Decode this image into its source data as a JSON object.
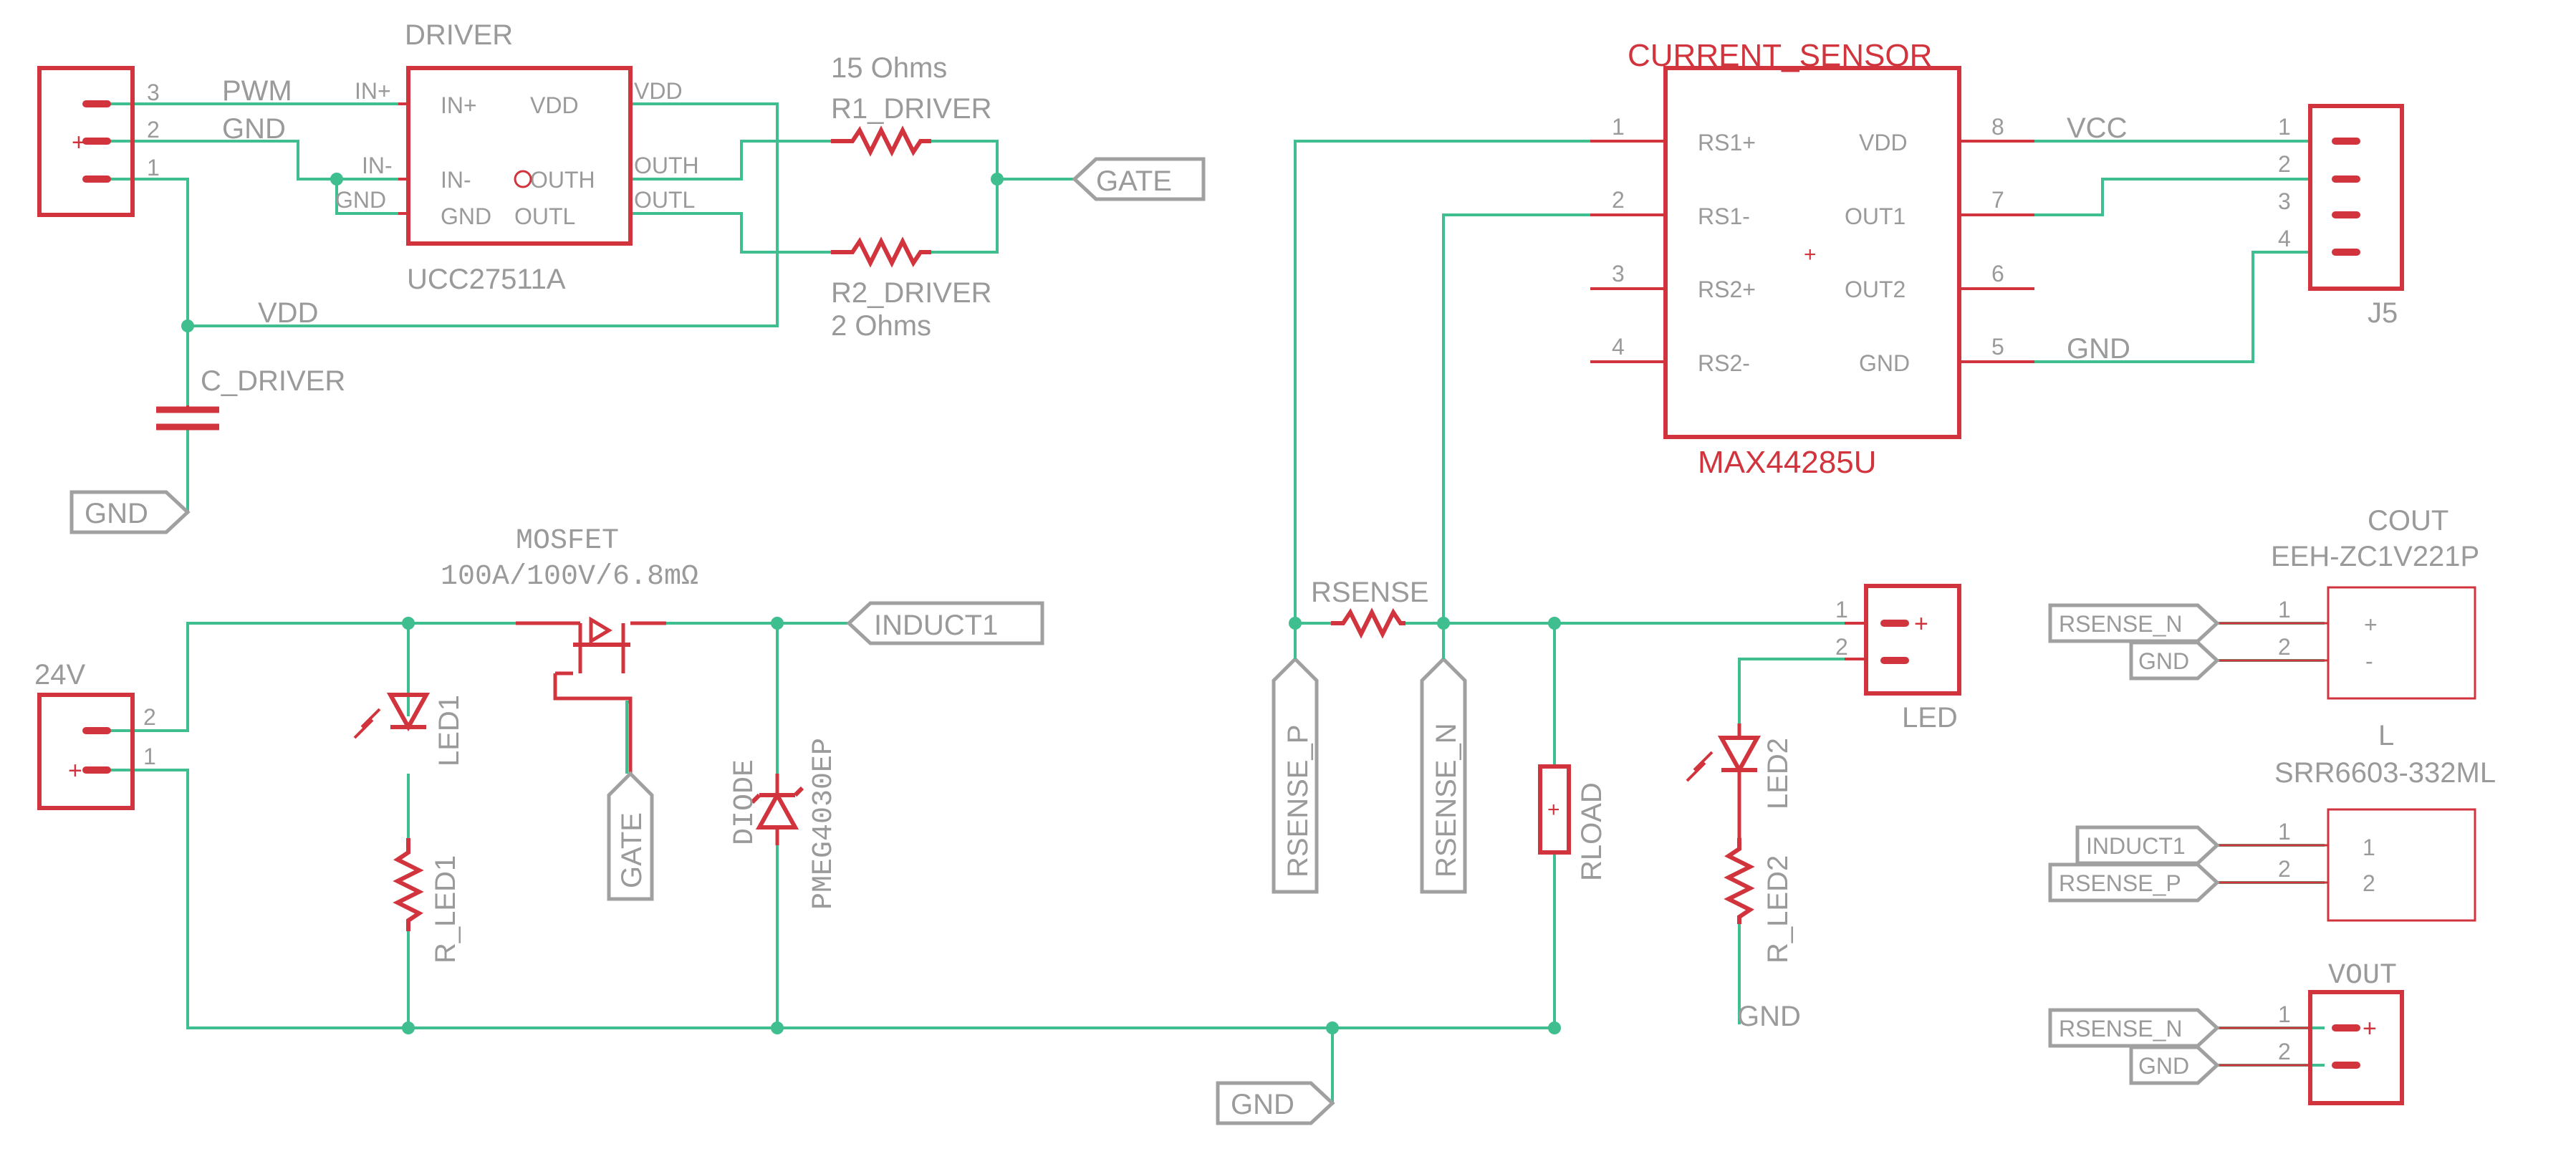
{
  "driver": {
    "name": "DRIVER",
    "part": "UCC27511A",
    "pins": {
      "in_plus": "IN+",
      "in_minus": "IN-",
      "vdd": "VDD",
      "outh": "OUTH",
      "gnd": "GND",
      "outl": "OUTL"
    },
    "ext": {
      "in_plus": "IN+",
      "in_minus": "IN-",
      "gnd": "GND",
      "vdd": "VDD",
      "outh": "OUTH",
      "outl": "OUTL"
    }
  },
  "header_pwm": {
    "pins": [
      "3",
      "2",
      "1"
    ],
    "nets": [
      "PWM",
      "GND"
    ]
  },
  "r1": {
    "name": "R1_DRIVER",
    "value": "15 Ohms"
  },
  "r2": {
    "name": "R2_DRIVER",
    "value": "2 Ohms"
  },
  "gate_tag": "GATE",
  "vdd_net": "VDD",
  "c_driver": "C_DRIVER",
  "gnd_tag": "GND",
  "current_sensor": {
    "name": "CURRENT_SENSOR",
    "part": "MAX44285U",
    "left_pins": [
      {
        "num": "1",
        "label": "RS1+"
      },
      {
        "num": "2",
        "label": "RS1-"
      },
      {
        "num": "3",
        "label": "RS2+"
      },
      {
        "num": "4",
        "label": "RS2-"
      }
    ],
    "right_pins": [
      {
        "num": "8",
        "label": "VDD"
      },
      {
        "num": "7",
        "label": "OUT1"
      },
      {
        "num": "6",
        "label": "OUT2"
      },
      {
        "num": "5",
        "label": "GND"
      }
    ]
  },
  "j5": {
    "name": "J5",
    "pins": [
      "1",
      "2",
      "3",
      "4"
    ],
    "vcc": "VCC",
    "gnd": "GND"
  },
  "mosfet": {
    "name": "MOSFET",
    "value": "100A/100V/6.8mΩ"
  },
  "induct1_tag": "INDUCT1",
  "diode": {
    "name": "DIODE",
    "part": "PMEG4030EP"
  },
  "led1": "LED1",
  "r_led1": "R_LED1",
  "header_24v": {
    "name": "24V",
    "pins": [
      "2",
      "1"
    ]
  },
  "gate_tag2": "GATE",
  "rsense": {
    "name": "RSENSE",
    "tag_p": "RSENSE_P",
    "tag_n": "RSENSE_N"
  },
  "rload": "RLOAD",
  "led_header": {
    "name": "LED",
    "pins": [
      "1",
      "2"
    ]
  },
  "led2": "LED2",
  "r_led2": "R_LED2",
  "gnd_net2": "GND",
  "gnd_tag_bottom": "GND",
  "cout": {
    "name": "COUT",
    "part": "EEH-ZC1V221P",
    "pins": [
      "1",
      "2"
    ],
    "tags": [
      "RSENSE_N",
      "GND"
    ],
    "plus": "+",
    "minus": "-"
  },
  "inductor": {
    "name": "L",
    "part": "SRR6603-332ML",
    "pins": [
      "1",
      "2"
    ],
    "tags": [
      "INDUCT1",
      "RSENSE_P"
    ],
    "inner": [
      "1",
      "2"
    ]
  },
  "vout": {
    "name": "VOUT",
    "pins": [
      "1",
      "2"
    ],
    "tags": [
      "RSENSE_N",
      "GND"
    ]
  }
}
